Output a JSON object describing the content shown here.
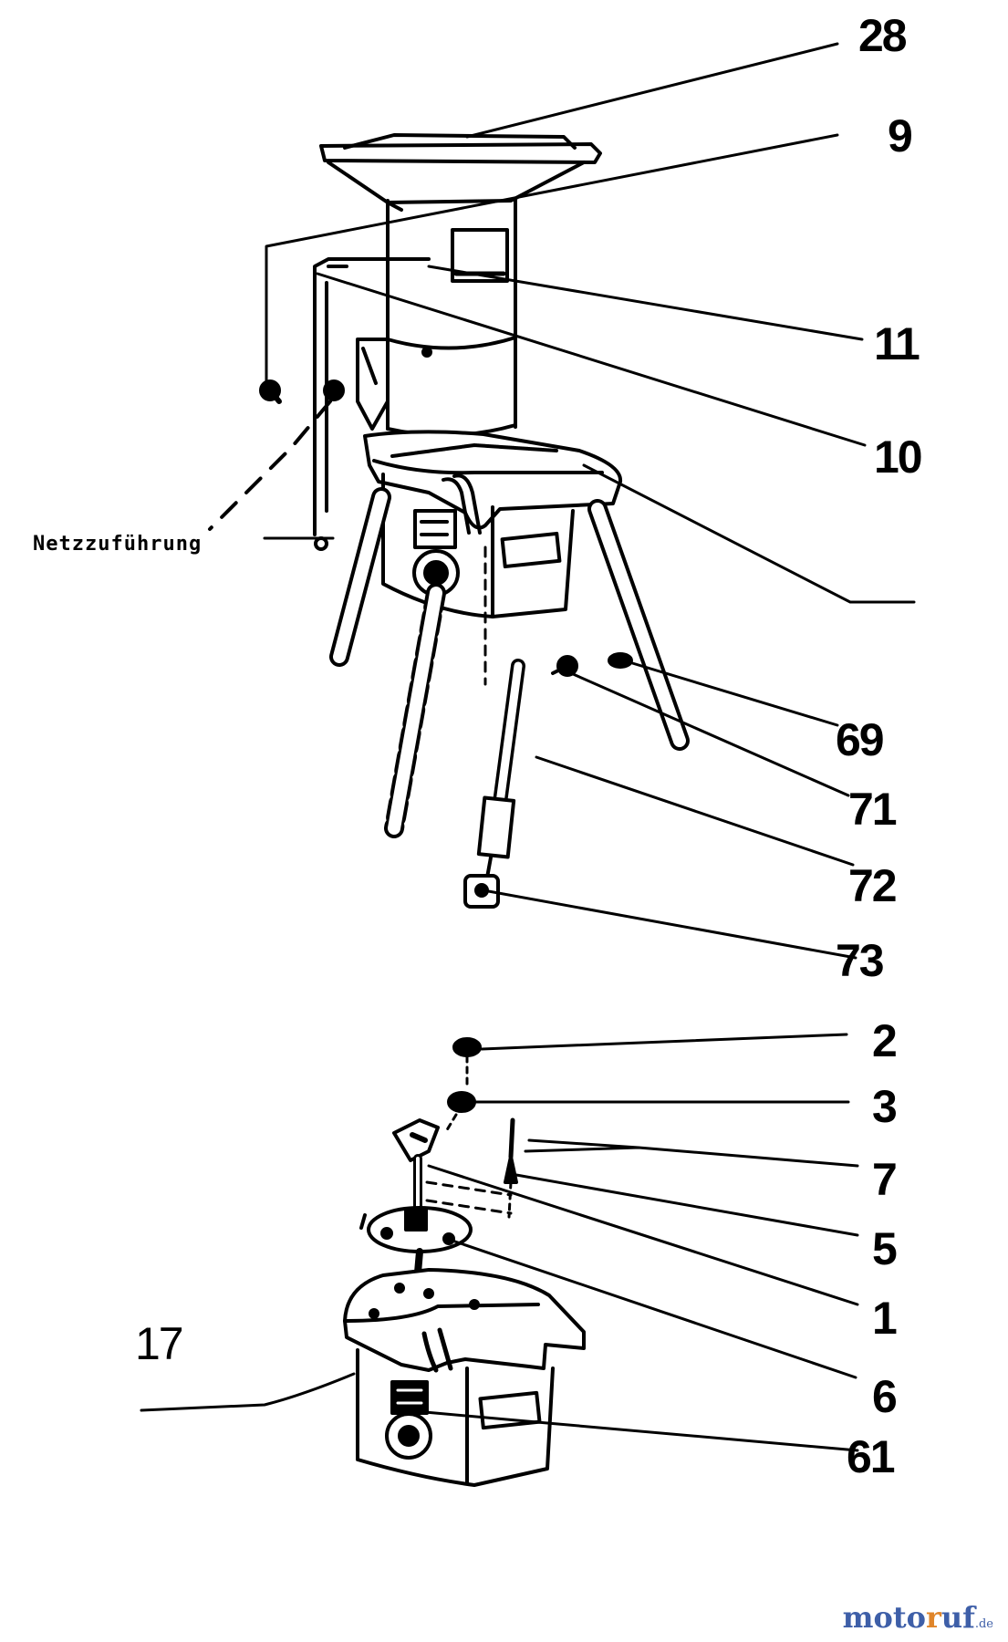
{
  "labels": {
    "p28": "28",
    "p9": "9",
    "p11": "11",
    "p10": "10",
    "p69": "69",
    "p71": "71",
    "p72": "72",
    "p73": "73",
    "p2": "2",
    "p3": "3",
    "p7": "7",
    "p5": "5",
    "p1": "1",
    "p6": "6",
    "p17": "17",
    "p61": "61"
  },
  "annotation": "Netzzuführung",
  "watermark": {
    "main_a": "moto",
    "accent": "r",
    "main_b": "uf",
    "suffix": ".de"
  },
  "colors": {
    "ink": "#000000",
    "paper": "#ffffff",
    "watermark_blue": "#3e5fa8",
    "watermark_orange": "#e0852a"
  }
}
